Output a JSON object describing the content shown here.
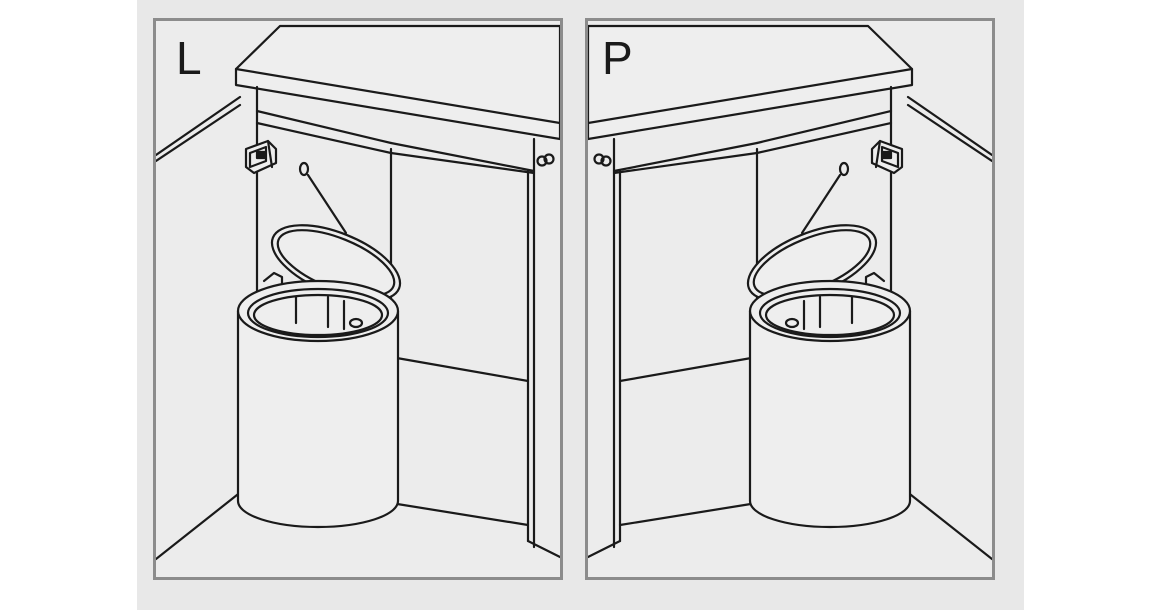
{
  "panels": [
    {
      "id": "left",
      "label": "L"
    },
    {
      "id": "right",
      "label": "P"
    }
  ],
  "colors": {
    "background": "#e8e8e8",
    "panel_fill": "#ececec",
    "panel_border": "#8c8c8c",
    "line": "#1a1a1a",
    "surface": "#eeeeee"
  }
}
